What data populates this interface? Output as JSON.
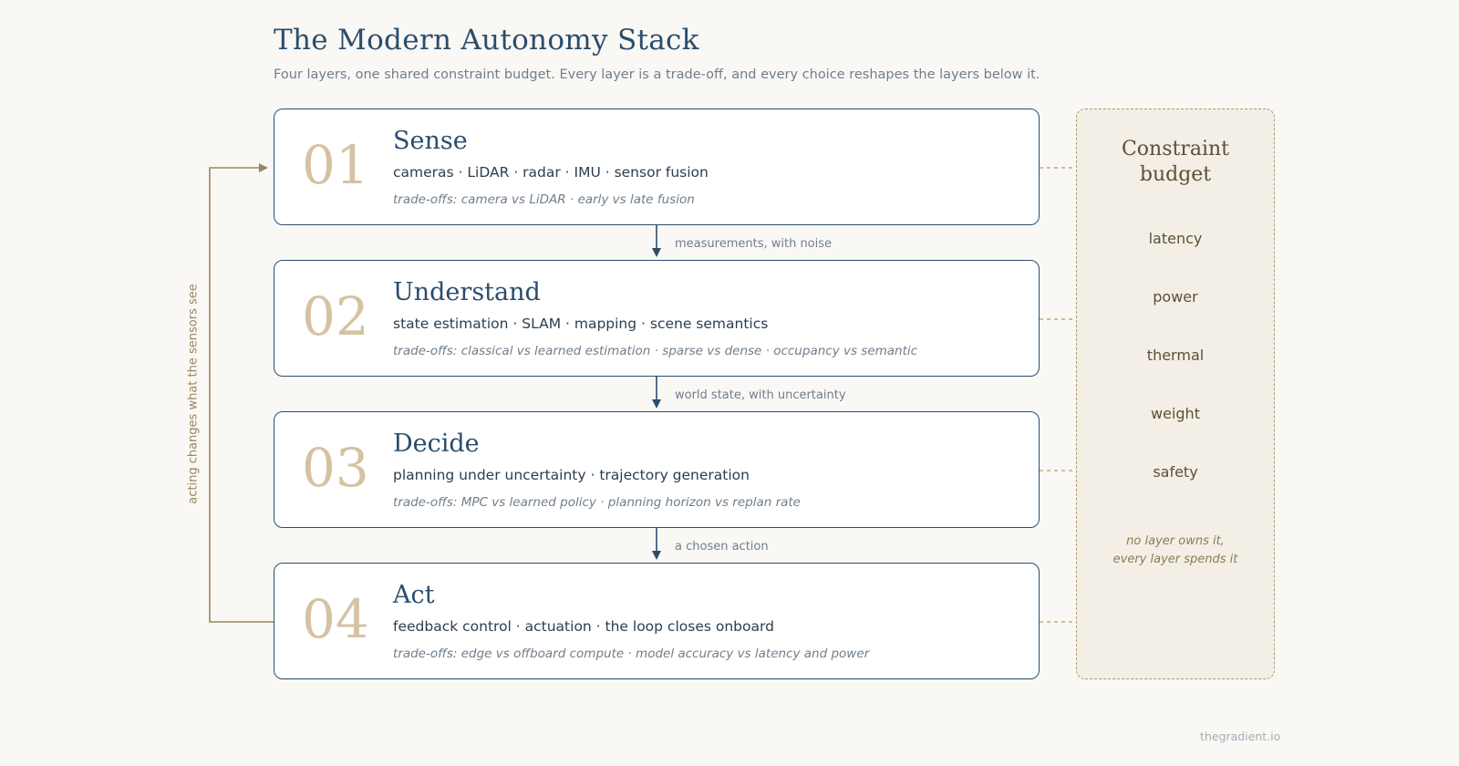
{
  "title": "The Modern Autonomy Stack",
  "subtitle": "Four layers, one shared constraint budget. Every layer is a trade-off, and every choice reshapes the layers below it.",
  "layers": [
    {
      "num": "01",
      "name": "Sense",
      "items": "cameras · LiDAR · radar · IMU · sensor fusion",
      "tradeoffs": "trade-offs: camera vs LiDAR · early vs late fusion"
    },
    {
      "num": "02",
      "name": "Understand",
      "items": "state estimation · SLAM · mapping · scene semantics",
      "tradeoffs": "trade-offs: classical vs learned estimation · sparse vs dense · occupancy vs semantic"
    },
    {
      "num": "03",
      "name": "Decide",
      "items": "planning under uncertainty · trajectory generation",
      "tradeoffs": "trade-offs: MPC vs learned policy · planning horizon vs replan rate"
    },
    {
      "num": "04",
      "name": "Act",
      "items": "feedback control · actuation · the loop closes onboard",
      "tradeoffs": "trade-offs: edge vs offboard compute · model accuracy vs latency and power"
    }
  ],
  "flows": [
    "measurements, with noise",
    "world state, with uncertainty",
    "a chosen action"
  ],
  "feedback_label": "acting changes what the sensors see",
  "budget": {
    "title_line1": "Constraint",
    "title_line2": "budget",
    "items": [
      "latency",
      "power",
      "thermal",
      "weight",
      "safety"
    ],
    "note_line1": "no layer owns it,",
    "note_line2": "every layer spends it"
  },
  "footer": "thegradient.io",
  "colors": {
    "primary": "#2a4d6e",
    "accent": "#d4c3a3",
    "budget_border": "#b09a6a",
    "feedback": "#9a8660"
  }
}
